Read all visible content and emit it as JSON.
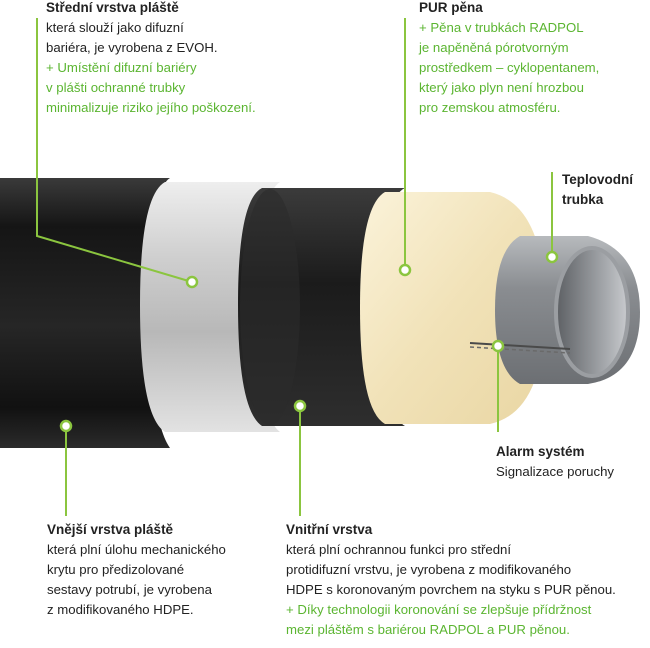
{
  "colors": {
    "accent_green": "#8bc53f",
    "text_green": "#5bb531",
    "jacket_black": "#1c1c1c",
    "barrier_silver": "#d6d6d6",
    "foam_cream": "#f3e7c4",
    "carrier_grey": "#8d9095"
  },
  "labels": {
    "middle_layer": {
      "title": "Střední vrstva pláště",
      "line1": "která slouží jako difuzní",
      "line2": "bariéra, je vyrobena z EVOH.",
      "green1": "+ Umístění difuzní bariéry",
      "green2": "v plášti ochranné trubky",
      "green3": "minimalizuje riziko jejího poškození."
    },
    "pur_foam": {
      "title": "PUR pěna",
      "green1": "+ Pěna v trubkách RADPOL",
      "green2": "je napěněná pórotvorným",
      "green3": "prostředkem – cyklopentanem,",
      "green4": "který jako plyn není hrozbou",
      "green5": "pro zemskou atmosféru."
    },
    "carrier_pipe": {
      "title1": "Teplovodní",
      "title2": "trubka"
    },
    "alarm_system": {
      "title": "Alarm systém",
      "line1": "Signalizace poruchy"
    },
    "outer_layer": {
      "title": "Vnější vrstva pláště",
      "line1": "která plní úlohu mechanického",
      "line2": "krytu pro předizolované",
      "line3": "sestavy potrubí, je vyrobena",
      "line4": "z modifikovaného HDPE."
    },
    "inner_layer": {
      "title": "Vnitřní vrstva",
      "line1": "která plní ochrannou funkci pro střední",
      "line2": "protidifuzní vrstvu, je vyrobena z modifikovaného",
      "line3": "HDPE s koronovaným povrchem na styku s PUR pěnou.",
      "green1": "+ Díky technologii koronování se zlepšuje přídržnost",
      "green2": "mezi pláštěm s bariérou RADPOL a PUR pěnou."
    }
  }
}
